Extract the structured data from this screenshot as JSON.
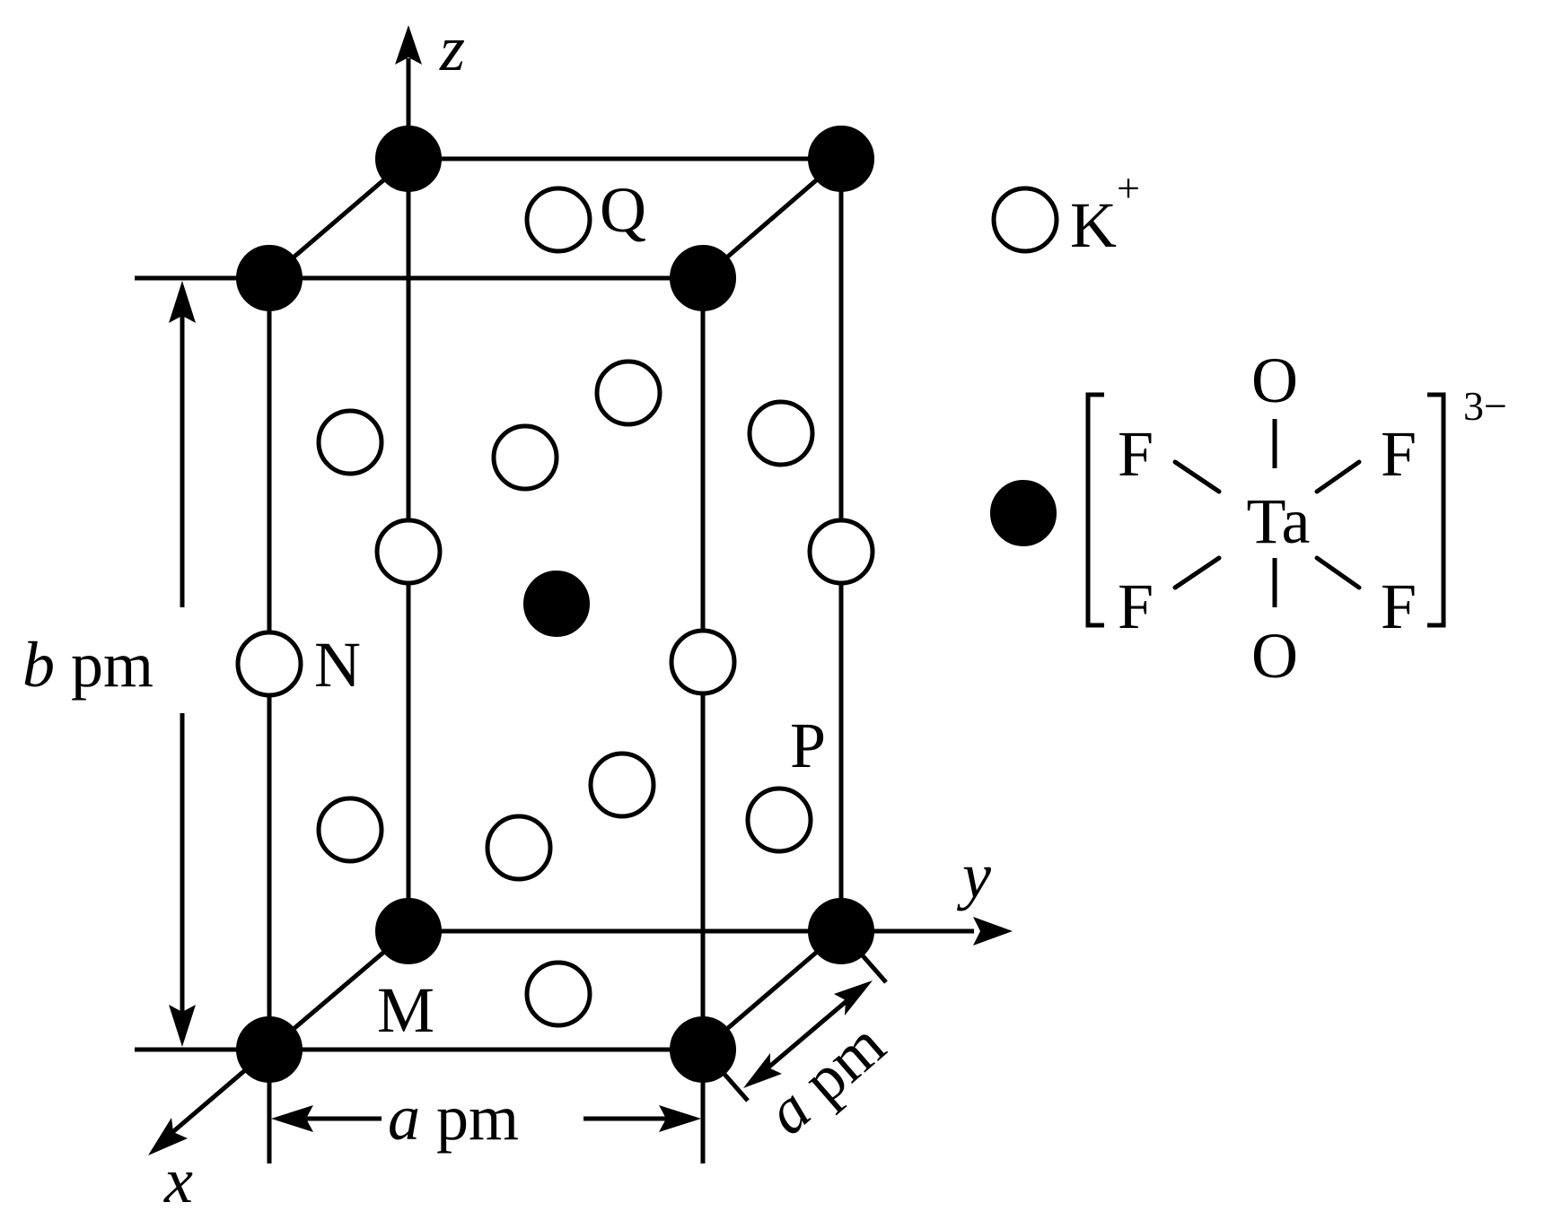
{
  "axes": {
    "x": "x",
    "y": "y",
    "z": "z"
  },
  "points": {
    "M": "M",
    "N": "N",
    "P": "P",
    "Q": "Q"
  },
  "dimensions": {
    "height_var": "b",
    "height_unit": "pm",
    "width_var": "a",
    "width_unit": "pm",
    "depth_var": "a",
    "depth_unit": "pm"
  },
  "legend": {
    "k_ion": "K",
    "k_charge": "+",
    "complex": {
      "center": "Ta",
      "ligand_top": "O",
      "ligand_bottom": "O",
      "ligand_upper_left": "F",
      "ligand_upper_right": "F",
      "ligand_lower_left": "F",
      "ligand_lower_right": "F",
      "charge": "3−"
    }
  }
}
